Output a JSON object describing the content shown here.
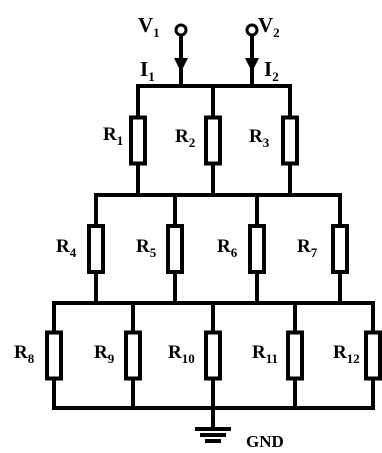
{
  "terminals": {
    "v1": {
      "main": "V",
      "sub": "1"
    },
    "v2": {
      "main": "V",
      "sub": "2"
    }
  },
  "currents": {
    "i1": {
      "main": "I",
      "sub": "1"
    },
    "i2": {
      "main": "I",
      "sub": "2"
    }
  },
  "resistors": [
    {
      "main": "R",
      "sub": "1"
    },
    {
      "main": "R",
      "sub": "2"
    },
    {
      "main": "R",
      "sub": "3"
    },
    {
      "main": "R",
      "sub": "4"
    },
    {
      "main": "R",
      "sub": "5"
    },
    {
      "main": "R",
      "sub": "6"
    },
    {
      "main": "R",
      "sub": "7"
    },
    {
      "main": "R",
      "sub": "8"
    },
    {
      "main": "R",
      "sub": "9"
    },
    {
      "main": "R",
      "sub": "10"
    },
    {
      "main": "R",
      "sub": "11"
    },
    {
      "main": "R",
      "sub": "12"
    }
  ],
  "ground": {
    "label": "GND"
  },
  "colors": {
    "stroke": "#000000",
    "background": "#ffffff"
  }
}
